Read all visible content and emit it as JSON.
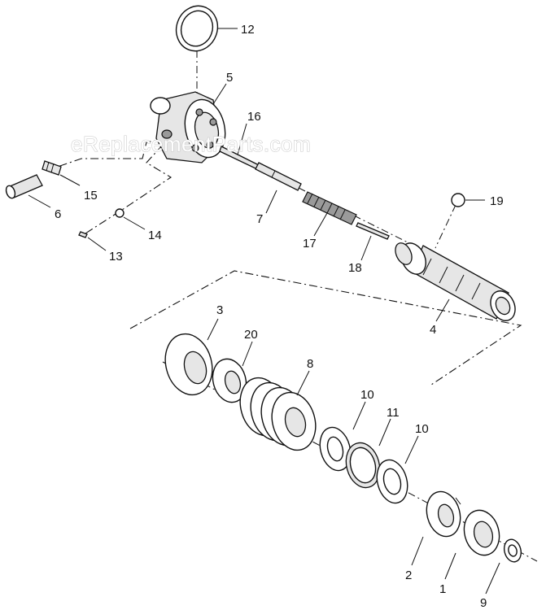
{
  "diagram": {
    "watermark": "eReplacementParts.com",
    "callouts": {
      "c1": "1",
      "c2": "2",
      "c3": "3",
      "c4": "4",
      "c5": "5",
      "c6": "6",
      "c7": "7",
      "c8": "8",
      "c9": "9",
      "c10a": "10",
      "c10b": "10",
      "c11": "11",
      "c12": "12",
      "c13": "13",
      "c14": "14",
      "c15": "15",
      "c16": "16",
      "c17": "17",
      "c18": "18",
      "c19": "19",
      "c20": "20"
    }
  }
}
